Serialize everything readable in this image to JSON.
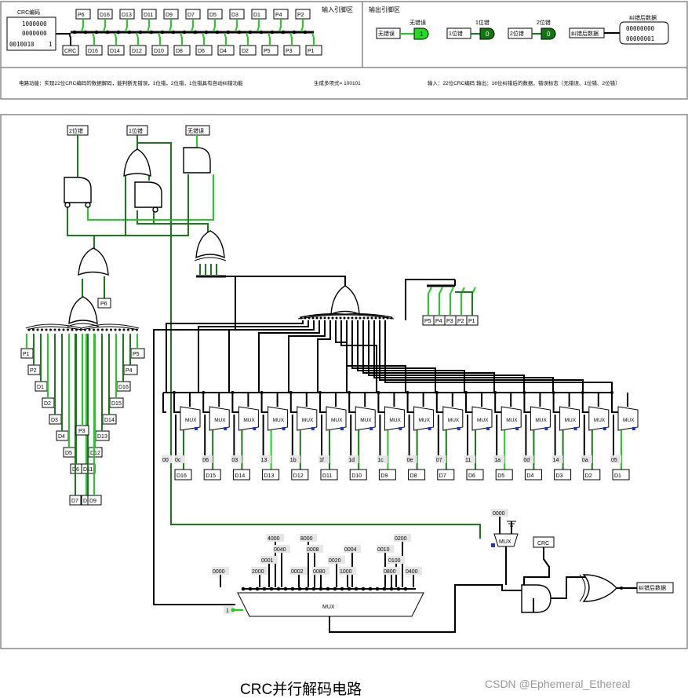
{
  "header": {
    "input_area_title": "输入引脚区",
    "output_area_title": "输出引脚区",
    "crc_input_label": "CRC编码",
    "crc_input_bits": [
      "1000000",
      "0000000",
      "0010010",
      "1"
    ],
    "splitter_top_labels": [
      "P6",
      "D16",
      "D13",
      "D11",
      "D9",
      "D7",
      "D5",
      "D3",
      "D1",
      "P4",
      "P2"
    ],
    "splitter_bottom_labels": [
      "CRC",
      "D16",
      "D14",
      "D12",
      "D10",
      "D8",
      "D6",
      "D4",
      "D2",
      "P5",
      "P3",
      "P1"
    ],
    "status_outputs": [
      {
        "box": "无错误",
        "value": "1",
        "label": "无错误"
      },
      {
        "box": "1位错",
        "value": "0",
        "label": "1位错"
      },
      {
        "box": "2位错",
        "value": "0",
        "label": "2位错"
      }
    ],
    "corrected_box": "纠错后数据",
    "corrected_label": "纠错后数据",
    "corrected_bits": [
      "00000000",
      "00000001"
    ]
  },
  "info": {
    "description": "电路功能：实现22位CRC编码的数据解码，能判断无错误，1位错，2位错，1位错具有自动纠错功能",
    "polynomial": "生成多项式= 100101",
    "io_desc": "输入：22位CRC编码   输出：16位纠错后的数据，错误标志（无错误、1位错、2位错）"
  },
  "circuit": {
    "top_outputs": [
      "2位错",
      "1位错",
      "无错误"
    ],
    "p6_label": "P6",
    "left_tree_labels": [
      "P1",
      "P2",
      "D1",
      "D2",
      "D3",
      "D4",
      "D5",
      "D6",
      "D7",
      "D8"
    ],
    "right_tree_labels": [
      "P5",
      "P4",
      "D16",
      "D15",
      "D14",
      "D13",
      "D12",
      "D11",
      "D10",
      "D9"
    ],
    "center_tree_label": "P3",
    "syndrome_labels": [
      "P5",
      "P4",
      "P3",
      "P2",
      "P1"
    ],
    "mux_label": "MUX",
    "mux_constants": [
      "00",
      "0c",
      "06",
      "03",
      "13",
      "1b",
      "1f",
      "1d",
      "1c",
      "0e",
      "07",
      "11",
      "1a",
      "0d",
      "14",
      "0a",
      "05"
    ],
    "data_outputs": [
      "D16",
      "D15",
      "D14",
      "D13",
      "D12",
      "D11",
      "D10",
      "D9",
      "D8",
      "D7",
      "D6",
      "D5",
      "D4",
      "D3",
      "D2",
      "D1"
    ],
    "big_mux_constants": [
      "4000",
      "8000",
      "0200",
      "0040",
      "0008",
      "0004",
      "0010",
      "0001",
      "0020",
      "0100",
      "0000",
      "2000",
      "0002",
      "0080",
      "1000",
      "0800",
      "0400"
    ],
    "small_mux_constant": "0000",
    "crc_tunnel": "CRC",
    "output_tunnel": "纠错后数据",
    "one_const": "1"
  },
  "caption": "CRC并行解码电路",
  "watermark": "CSDN @Ephemeral_Ethereal"
}
